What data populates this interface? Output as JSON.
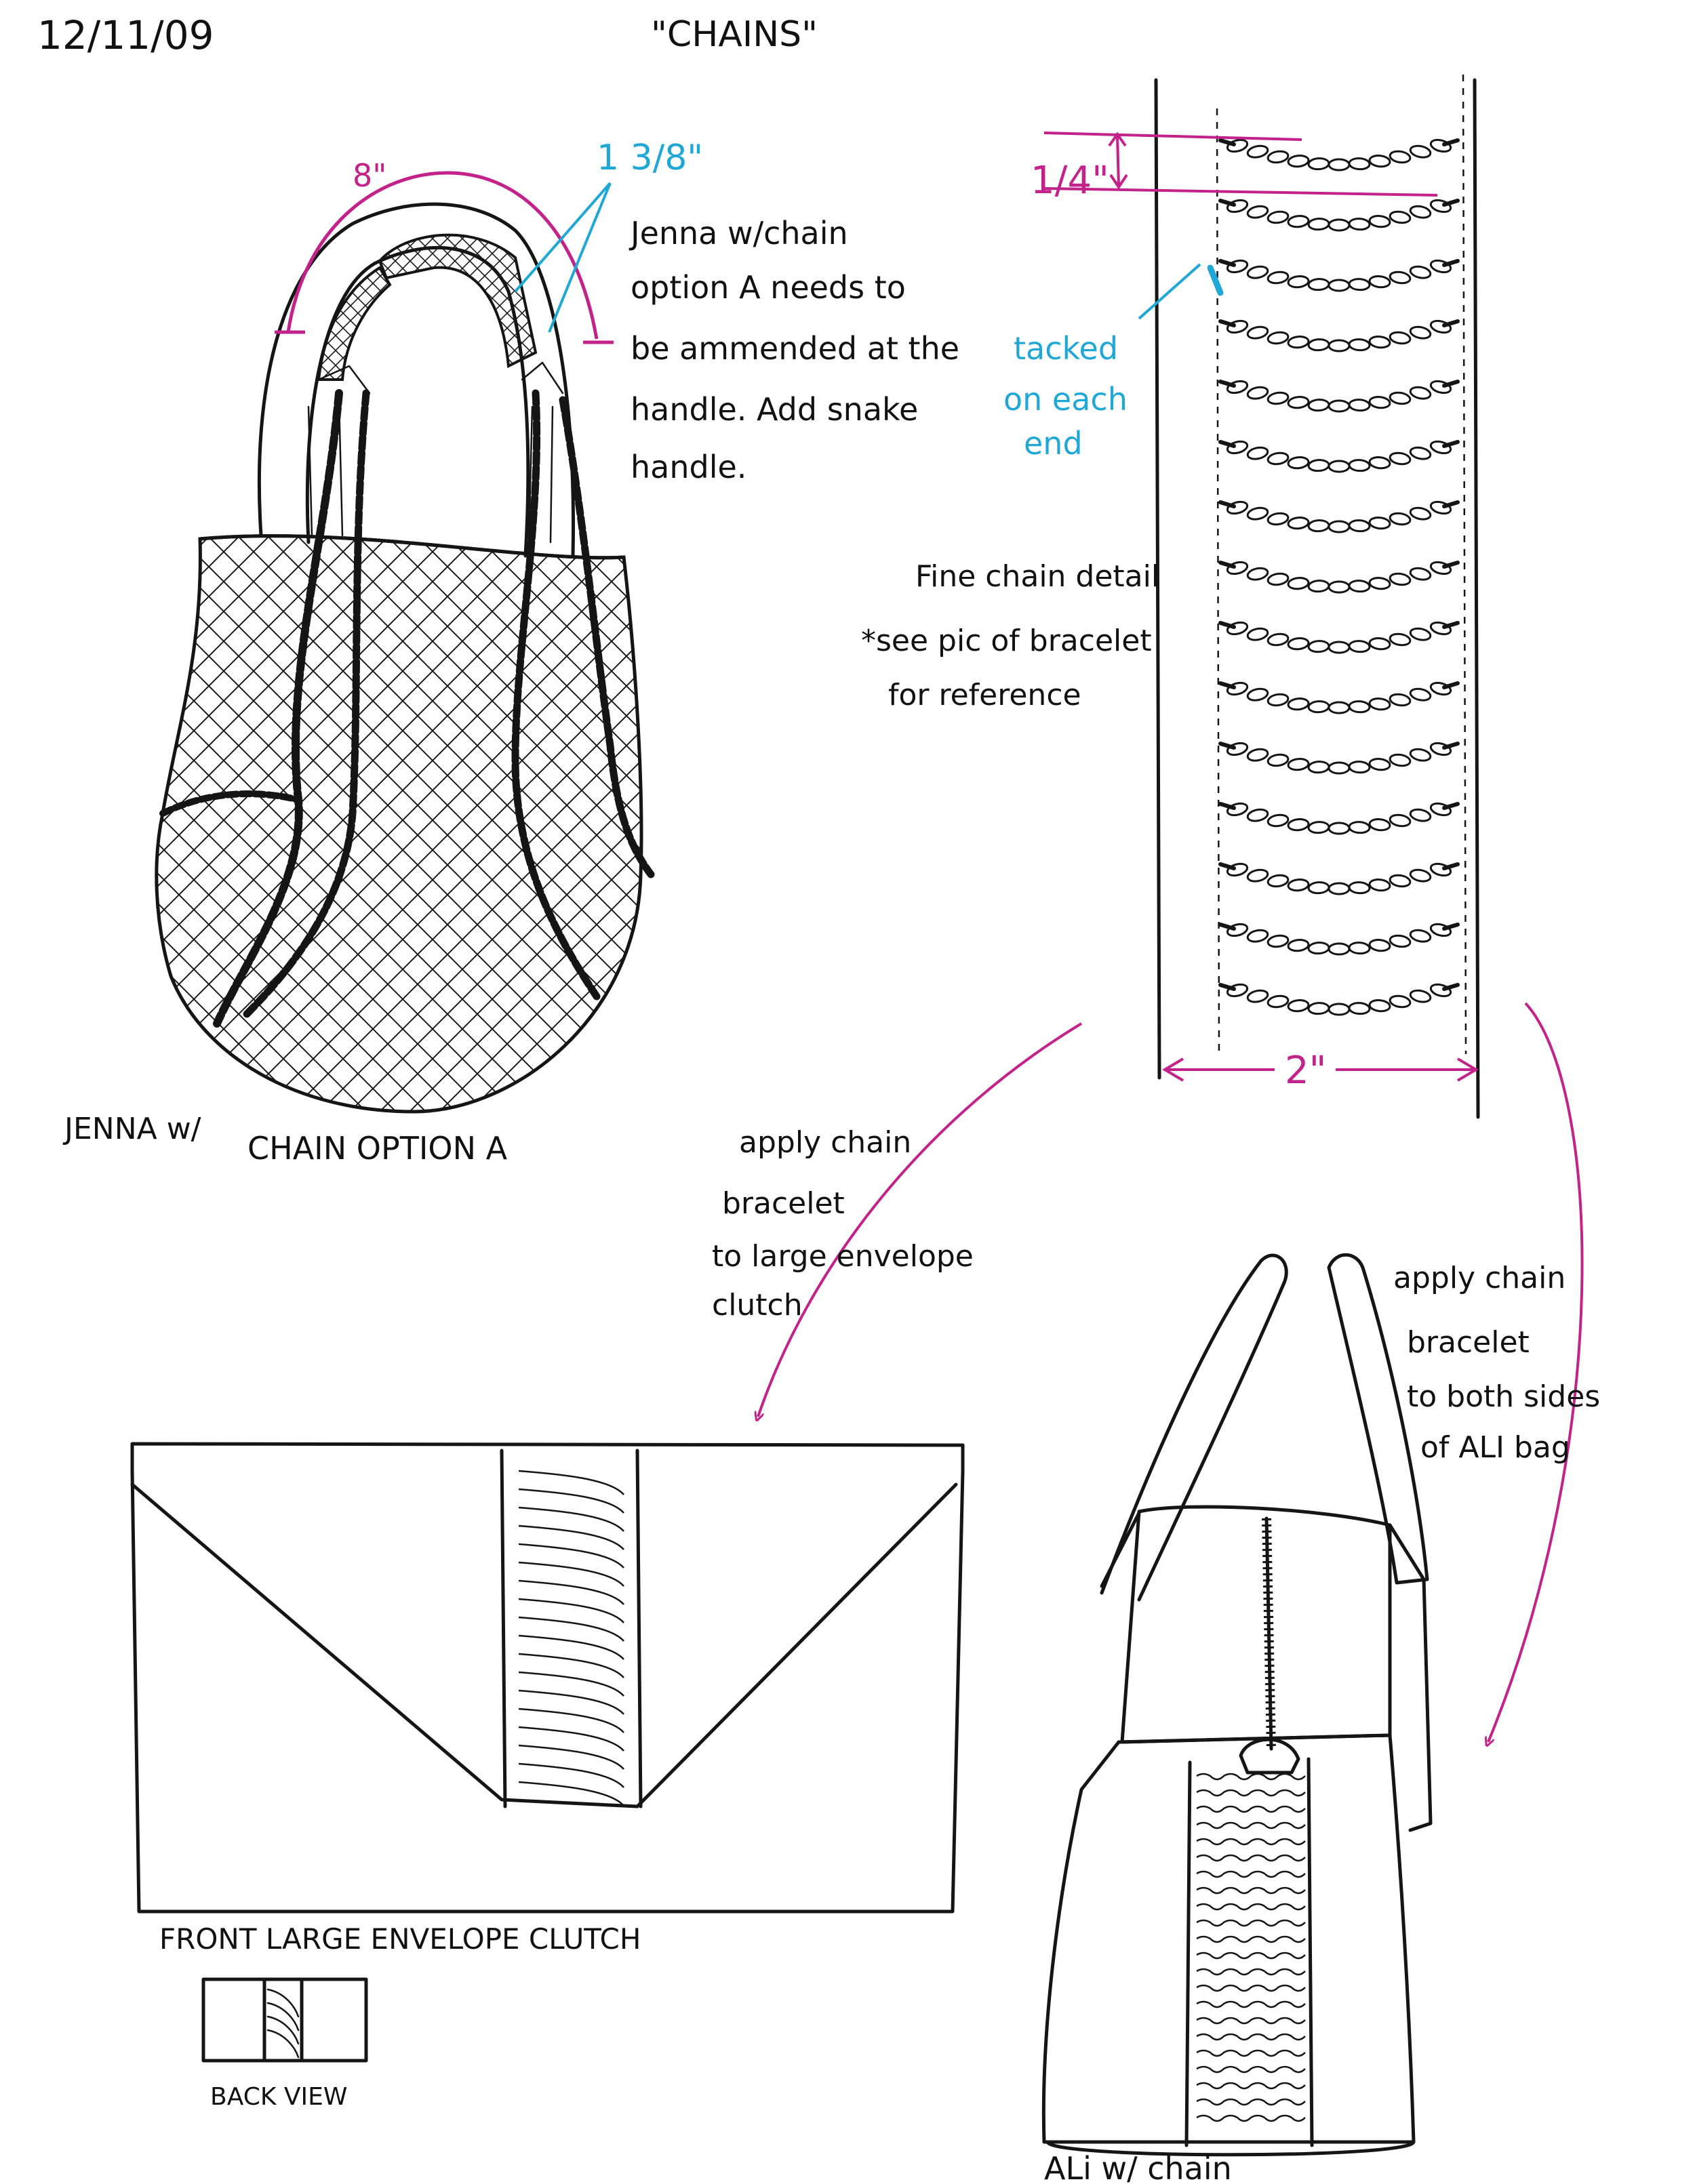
{
  "page": {
    "date": "12/11/09",
    "title": "\"CHAINS\""
  },
  "jenna": {
    "dim_width": "8\"",
    "dim_handle": "1 3/8\"",
    "note_lines": [
      "Jenna w/chain",
      "option A needs to",
      "be ammended at the",
      "handle. Add snake",
      "handle."
    ],
    "caption_a": "JENNA w/",
    "caption_b": "CHAIN OPTION A"
  },
  "chain_detail": {
    "dim_spacing": "1/4\"",
    "dim_width": "2\"",
    "tack_note_lines": [
      "tacked",
      "on each",
      "end"
    ],
    "detail_note_lines": [
      "Fine chain detail",
      "*see pic of bracelet",
      "for reference"
    ],
    "rows": 15
  },
  "clutch": {
    "instruction_lines": [
      "apply chain",
      "bracelet",
      "to large envelope",
      "clutch"
    ],
    "caption": "FRONT LARGE ENVELOPE CLUTCH",
    "back_caption": "BACK VIEW"
  },
  "ali": {
    "instruction_lines": [
      "apply chain",
      "bracelet",
      "to both sides",
      "of ALI bag"
    ],
    "caption": "ALi w/ chain"
  },
  "colors": {
    "ink": "#151515",
    "magenta": "#c2228a",
    "cyan": "#1fa8d6"
  }
}
